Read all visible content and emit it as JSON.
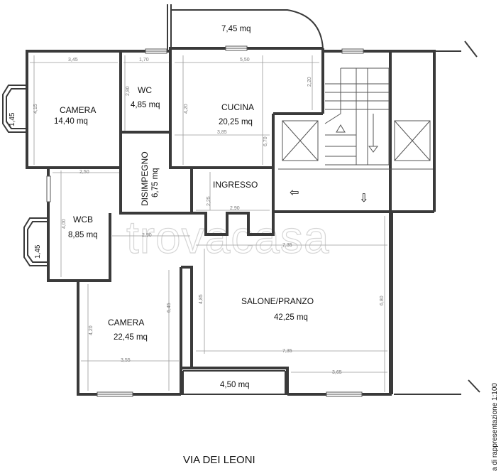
{
  "street": "VIA DEI LEONI",
  "scale_note": "a di rappresentazione 1:100",
  "watermark": "trovacasa",
  "rooms": {
    "balcony_top": {
      "area": "7,45 mq"
    },
    "camera_1": {
      "name": "CAMERA",
      "area": "14,40 mq"
    },
    "wc": {
      "name": "WC",
      "area": "4,85 mq"
    },
    "cucina": {
      "name": "CUCINA",
      "area": "20,25 mq"
    },
    "disimpegno": {
      "name": "DISIMPEGNO",
      "area": "6,75 mq"
    },
    "ingresso": {
      "name": "INGRESSO"
    },
    "wcb": {
      "name": "WCB",
      "area": "8,85 mq"
    },
    "salone": {
      "name": "SALONE/PRANZO",
      "area": "42,25 mq"
    },
    "camera_2": {
      "name": "CAMERA",
      "area": "22,45 mq"
    },
    "balcony_bottom": {
      "area": "4,50 mq"
    }
  },
  "dimensions": {
    "camera1_w": "3,45",
    "camera1_h": "4,15",
    "bay1": "1,45",
    "wc_w": "1,70",
    "wc_h": "2,80",
    "cucina_w": "5,50",
    "cucina_h": "4,20",
    "cucina_side": "2,20",
    "cucina_inner": "3,85",
    "stair_h": "6,70",
    "wcb_w": "2,50",
    "wcb_h": "4,00",
    "bay2": "1,45",
    "corr_w": "2,90",
    "ingresso_h": "2,25",
    "ingresso_w": "2,90",
    "salone_w": "7,35",
    "salone_h1": "4,85",
    "salone_h2": "6,80",
    "salone_w2": "7,35",
    "salone_w3": "3,65",
    "camera2_h": "4,20",
    "camera2_w": "3,55",
    "camera2_side": "6,45"
  },
  "arrows": {
    "left": "⇦",
    "down": "⇩"
  }
}
